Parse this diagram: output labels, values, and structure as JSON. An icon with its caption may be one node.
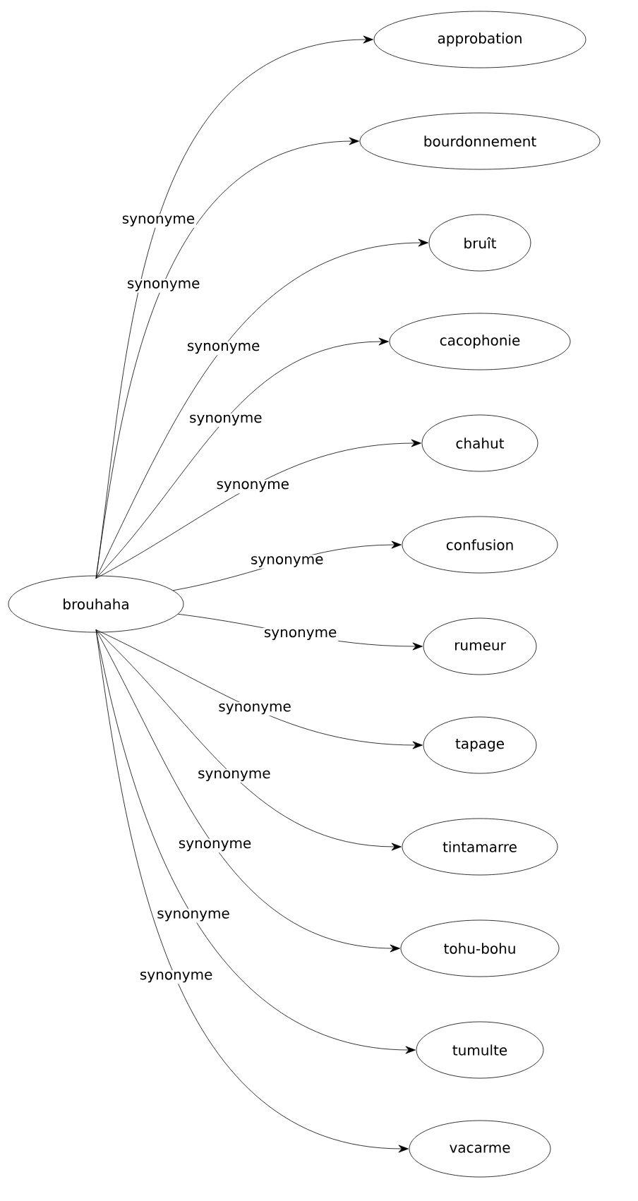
{
  "diagram": {
    "nodes": [
      {
        "text": [
          "brouhaha"
        ]
      },
      {
        "text": [
          "approbation"
        ]
      },
      {
        "text": [
          "bourdonnement"
        ]
      },
      {
        "text": [
          "bruît"
        ]
      },
      {
        "text": [
          "cacophonie"
        ]
      },
      {
        "text": [
          "chahut"
        ]
      },
      {
        "text": [
          "confusion"
        ]
      },
      {
        "text": [
          "rumeur"
        ]
      },
      {
        "text": [
          "tapage"
        ]
      },
      {
        "text": [
          "tintamarre"
        ]
      },
      {
        "text": [
          "tohu-bohu"
        ]
      },
      {
        "text": [
          "tumulte"
        ]
      },
      {
        "text": [
          "vacarme"
        ]
      }
    ],
    "edges": [
      {
        "from": 0,
        "to": 1,
        "arrow": "to",
        "label": "synonyme"
      },
      {
        "from": 0,
        "to": 2,
        "arrow": "to",
        "label": "synonyme"
      },
      {
        "from": 0,
        "to": 3,
        "arrow": "to",
        "label": "synonyme"
      },
      {
        "from": 0,
        "to": 4,
        "arrow": "to",
        "label": "synonyme"
      },
      {
        "from": 0,
        "to": 5,
        "arrow": "to",
        "label": "synonyme"
      },
      {
        "from": 0,
        "to": 6,
        "arrow": "to",
        "label": "synonyme"
      },
      {
        "from": 0,
        "to": 7,
        "arrow": "to",
        "label": "synonyme"
      },
      {
        "from": 0,
        "to": 8,
        "arrow": "to",
        "label": "synonyme"
      },
      {
        "from": 0,
        "to": 9,
        "arrow": "to",
        "label": "synonyme"
      },
      {
        "from": 0,
        "to": 10,
        "arrow": "to",
        "label": "synonyme"
      },
      {
        "from": 0,
        "to": 11,
        "arrow": "to",
        "label": "synonyme"
      },
      {
        "from": 0,
        "to": 12,
        "arrow": "to",
        "label": "synonyme"
      }
    ]
  }
}
